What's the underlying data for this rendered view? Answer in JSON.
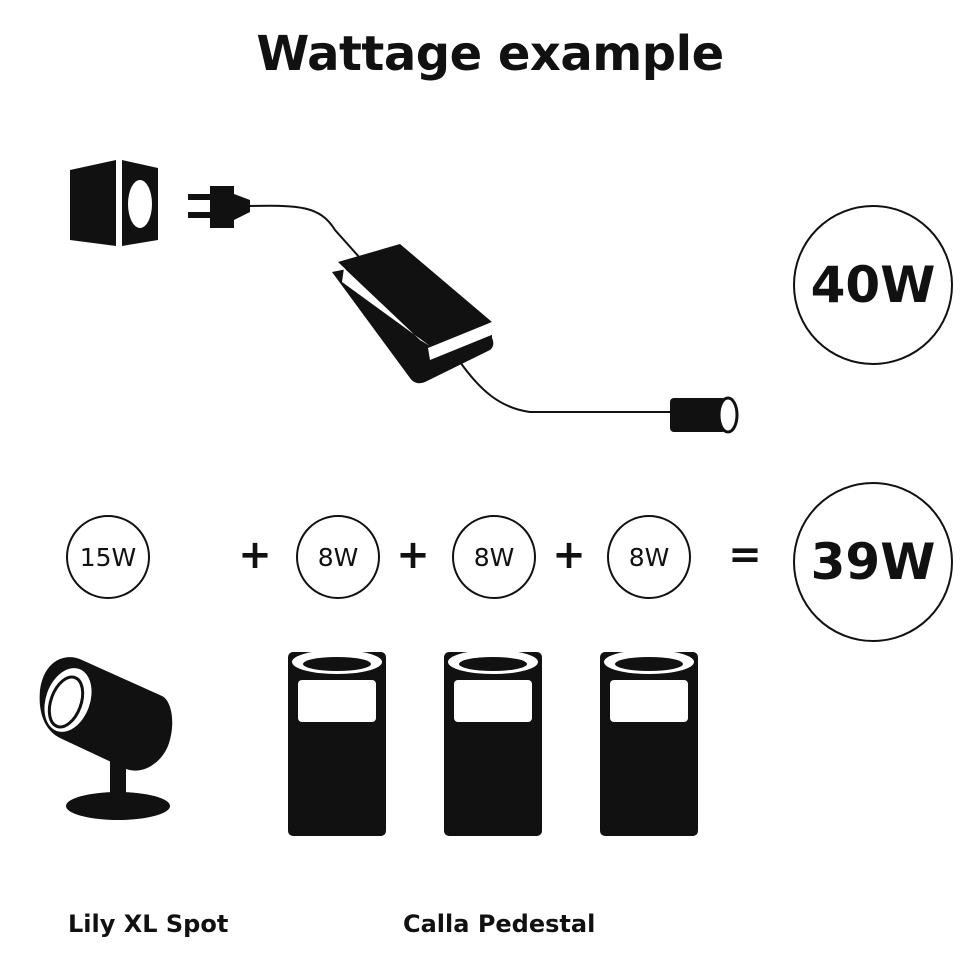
{
  "title": "Wattage example",
  "supply": {
    "wattage": "40W"
  },
  "sum": {
    "items": [
      {
        "value": "15W"
      },
      {
        "value": "8W"
      },
      {
        "value": "8W"
      },
      {
        "value": "8W"
      }
    ],
    "operators": [
      "+",
      "+",
      "+",
      "="
    ],
    "total": "39W"
  },
  "labels": {
    "spot": "Lily XL Spot",
    "pedestal": "Calla Pedestal"
  }
}
